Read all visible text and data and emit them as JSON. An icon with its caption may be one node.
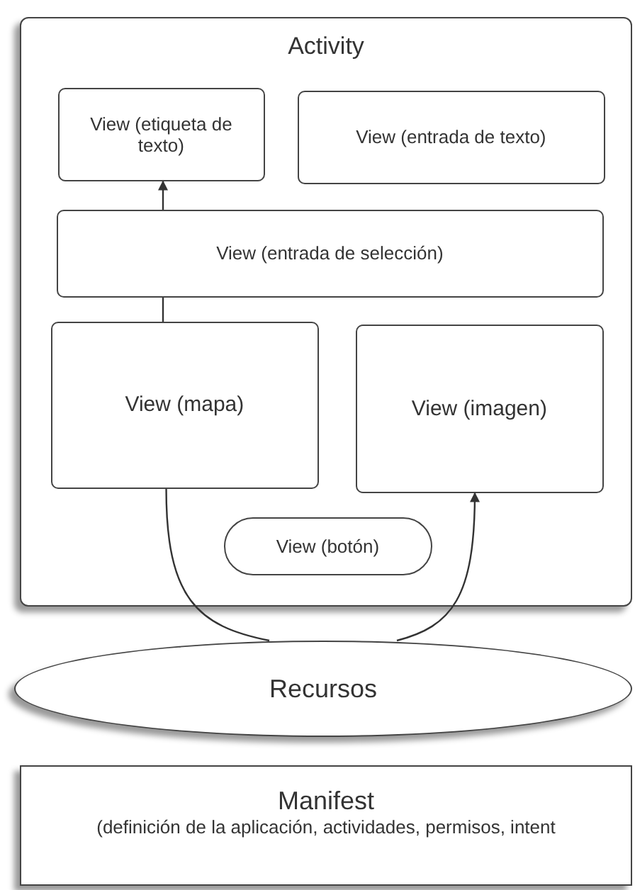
{
  "diagram": {
    "nodes": [
      {
        "text": [
          "Activity"
        ]
      },
      {
        "text": [
          "View (etiqueta de texto)"
        ],
        "in": 0
      },
      {
        "text": [
          "View (entrada de texto)"
        ],
        "in": 0
      },
      {
        "text": [
          "View (entrada de selección)"
        ],
        "in": 0
      },
      {
        "text": [
          "View (mapa)"
        ],
        "in": 0
      },
      {
        "text": [
          "View (imagen)"
        ],
        "in": 0
      },
      {
        "text": [
          "View (botón)"
        ],
        "in": 0
      },
      {
        "text": [
          "Recursos"
        ]
      },
      {
        "text": [
          "Manifest",
          "(definición de la aplicación, actividades, permisos, intent"
        ]
      }
    ],
    "edges": [
      {
        "from": 4,
        "to": 3,
        "arrow": "none"
      },
      {
        "from": 3,
        "to": 1,
        "arrow": "to"
      },
      {
        "from": 7,
        "to": 4,
        "arrow": "none"
      },
      {
        "from": 7,
        "to": 5,
        "arrow": "to"
      }
    ]
  }
}
